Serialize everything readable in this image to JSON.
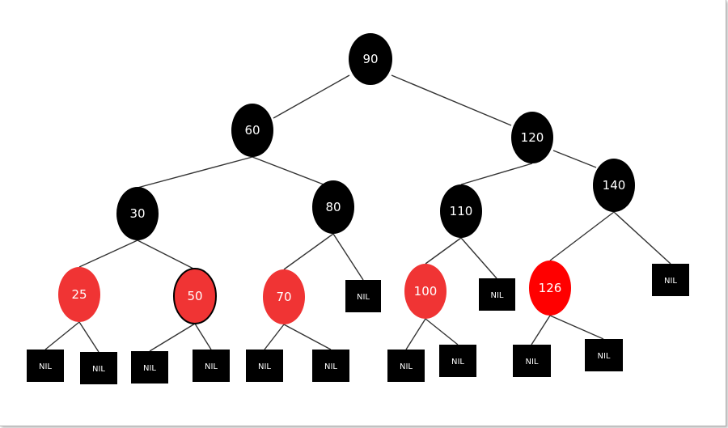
{
  "colors": {
    "black_node": "#000000",
    "red_node": "#f03434",
    "bright_red_node": "#ff0000",
    "edge": "#333333",
    "label": "#ffffff"
  },
  "tree": {
    "nodes": [
      {
        "id": "n90",
        "label": "90",
        "color": "black"
      },
      {
        "id": "n60",
        "label": "60",
        "color": "black"
      },
      {
        "id": "n120",
        "label": "120",
        "color": "black"
      },
      {
        "id": "n30",
        "label": "30",
        "color": "black"
      },
      {
        "id": "n80",
        "label": "80",
        "color": "black"
      },
      {
        "id": "n110",
        "label": "110",
        "color": "black"
      },
      {
        "id": "n140",
        "label": "140",
        "color": "black"
      },
      {
        "id": "n25",
        "label": "25",
        "color": "red"
      },
      {
        "id": "n50",
        "label": "50",
        "color": "red"
      },
      {
        "id": "n70",
        "label": "70",
        "color": "red"
      },
      {
        "id": "n100",
        "label": "100",
        "color": "red"
      },
      {
        "id": "n126",
        "label": "126",
        "color": "red"
      }
    ],
    "nil_label": "NIL",
    "edges": [
      [
        "n90",
        "n60"
      ],
      [
        "n90",
        "n120"
      ],
      [
        "n60",
        "n30"
      ],
      [
        "n60",
        "n80"
      ],
      [
        "n120",
        "n110"
      ],
      [
        "n120",
        "n140"
      ],
      [
        "n30",
        "n25"
      ],
      [
        "n30",
        "n50"
      ],
      [
        "n80",
        "n70"
      ],
      [
        "n80",
        "nil80r"
      ],
      [
        "n110",
        "n100"
      ],
      [
        "n110",
        "nil110r"
      ],
      [
        "n140",
        "n126"
      ],
      [
        "n140",
        "nil140r"
      ],
      [
        "n25",
        "nil25l"
      ],
      [
        "n25",
        "nil25r"
      ],
      [
        "n50",
        "nil50l"
      ],
      [
        "n50",
        "nil50r"
      ],
      [
        "n70",
        "nil70l"
      ],
      [
        "n70",
        "nil70r"
      ],
      [
        "n100",
        "nil100l"
      ],
      [
        "n100",
        "nil100r"
      ],
      [
        "n126",
        "nil126l"
      ],
      [
        "n126",
        "nil126r"
      ]
    ]
  }
}
